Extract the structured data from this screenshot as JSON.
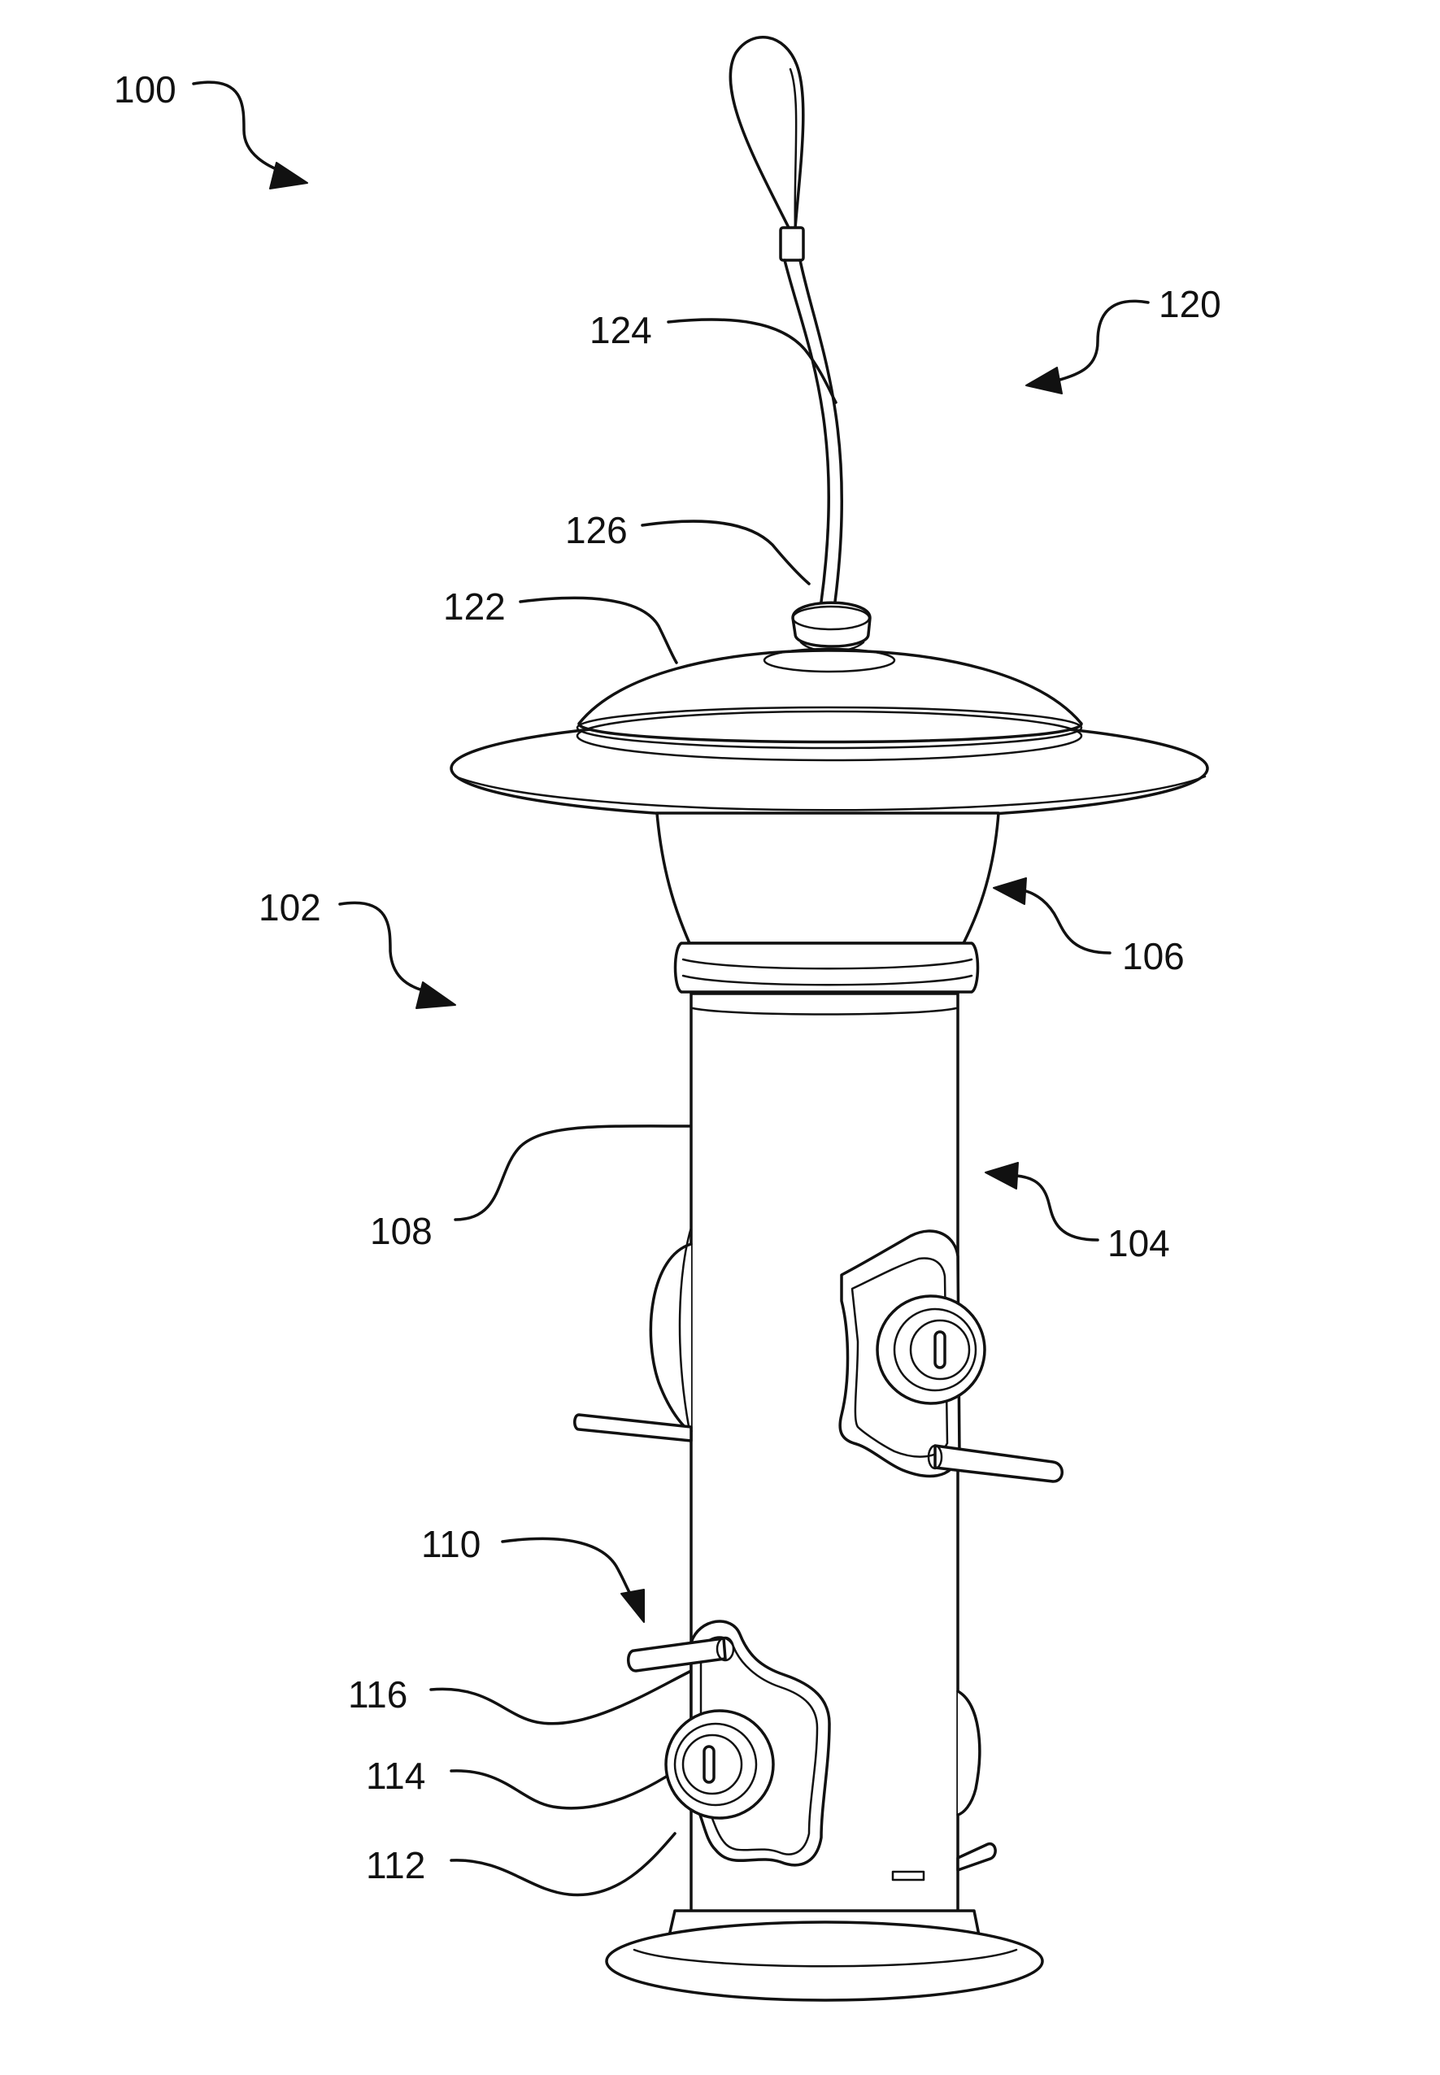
{
  "figure": {
    "reference_numerals": {
      "assembly": "100",
      "hanger_assembly": "120",
      "hanger_wire": "124",
      "knob": "126",
      "roof": "122",
      "feeder_body": "102",
      "top_collar": "106",
      "tube": "108",
      "feeding_ports": "104",
      "port_assembly": "110",
      "perch": "116",
      "port_opening": "114",
      "port_shield": "112"
    }
  }
}
